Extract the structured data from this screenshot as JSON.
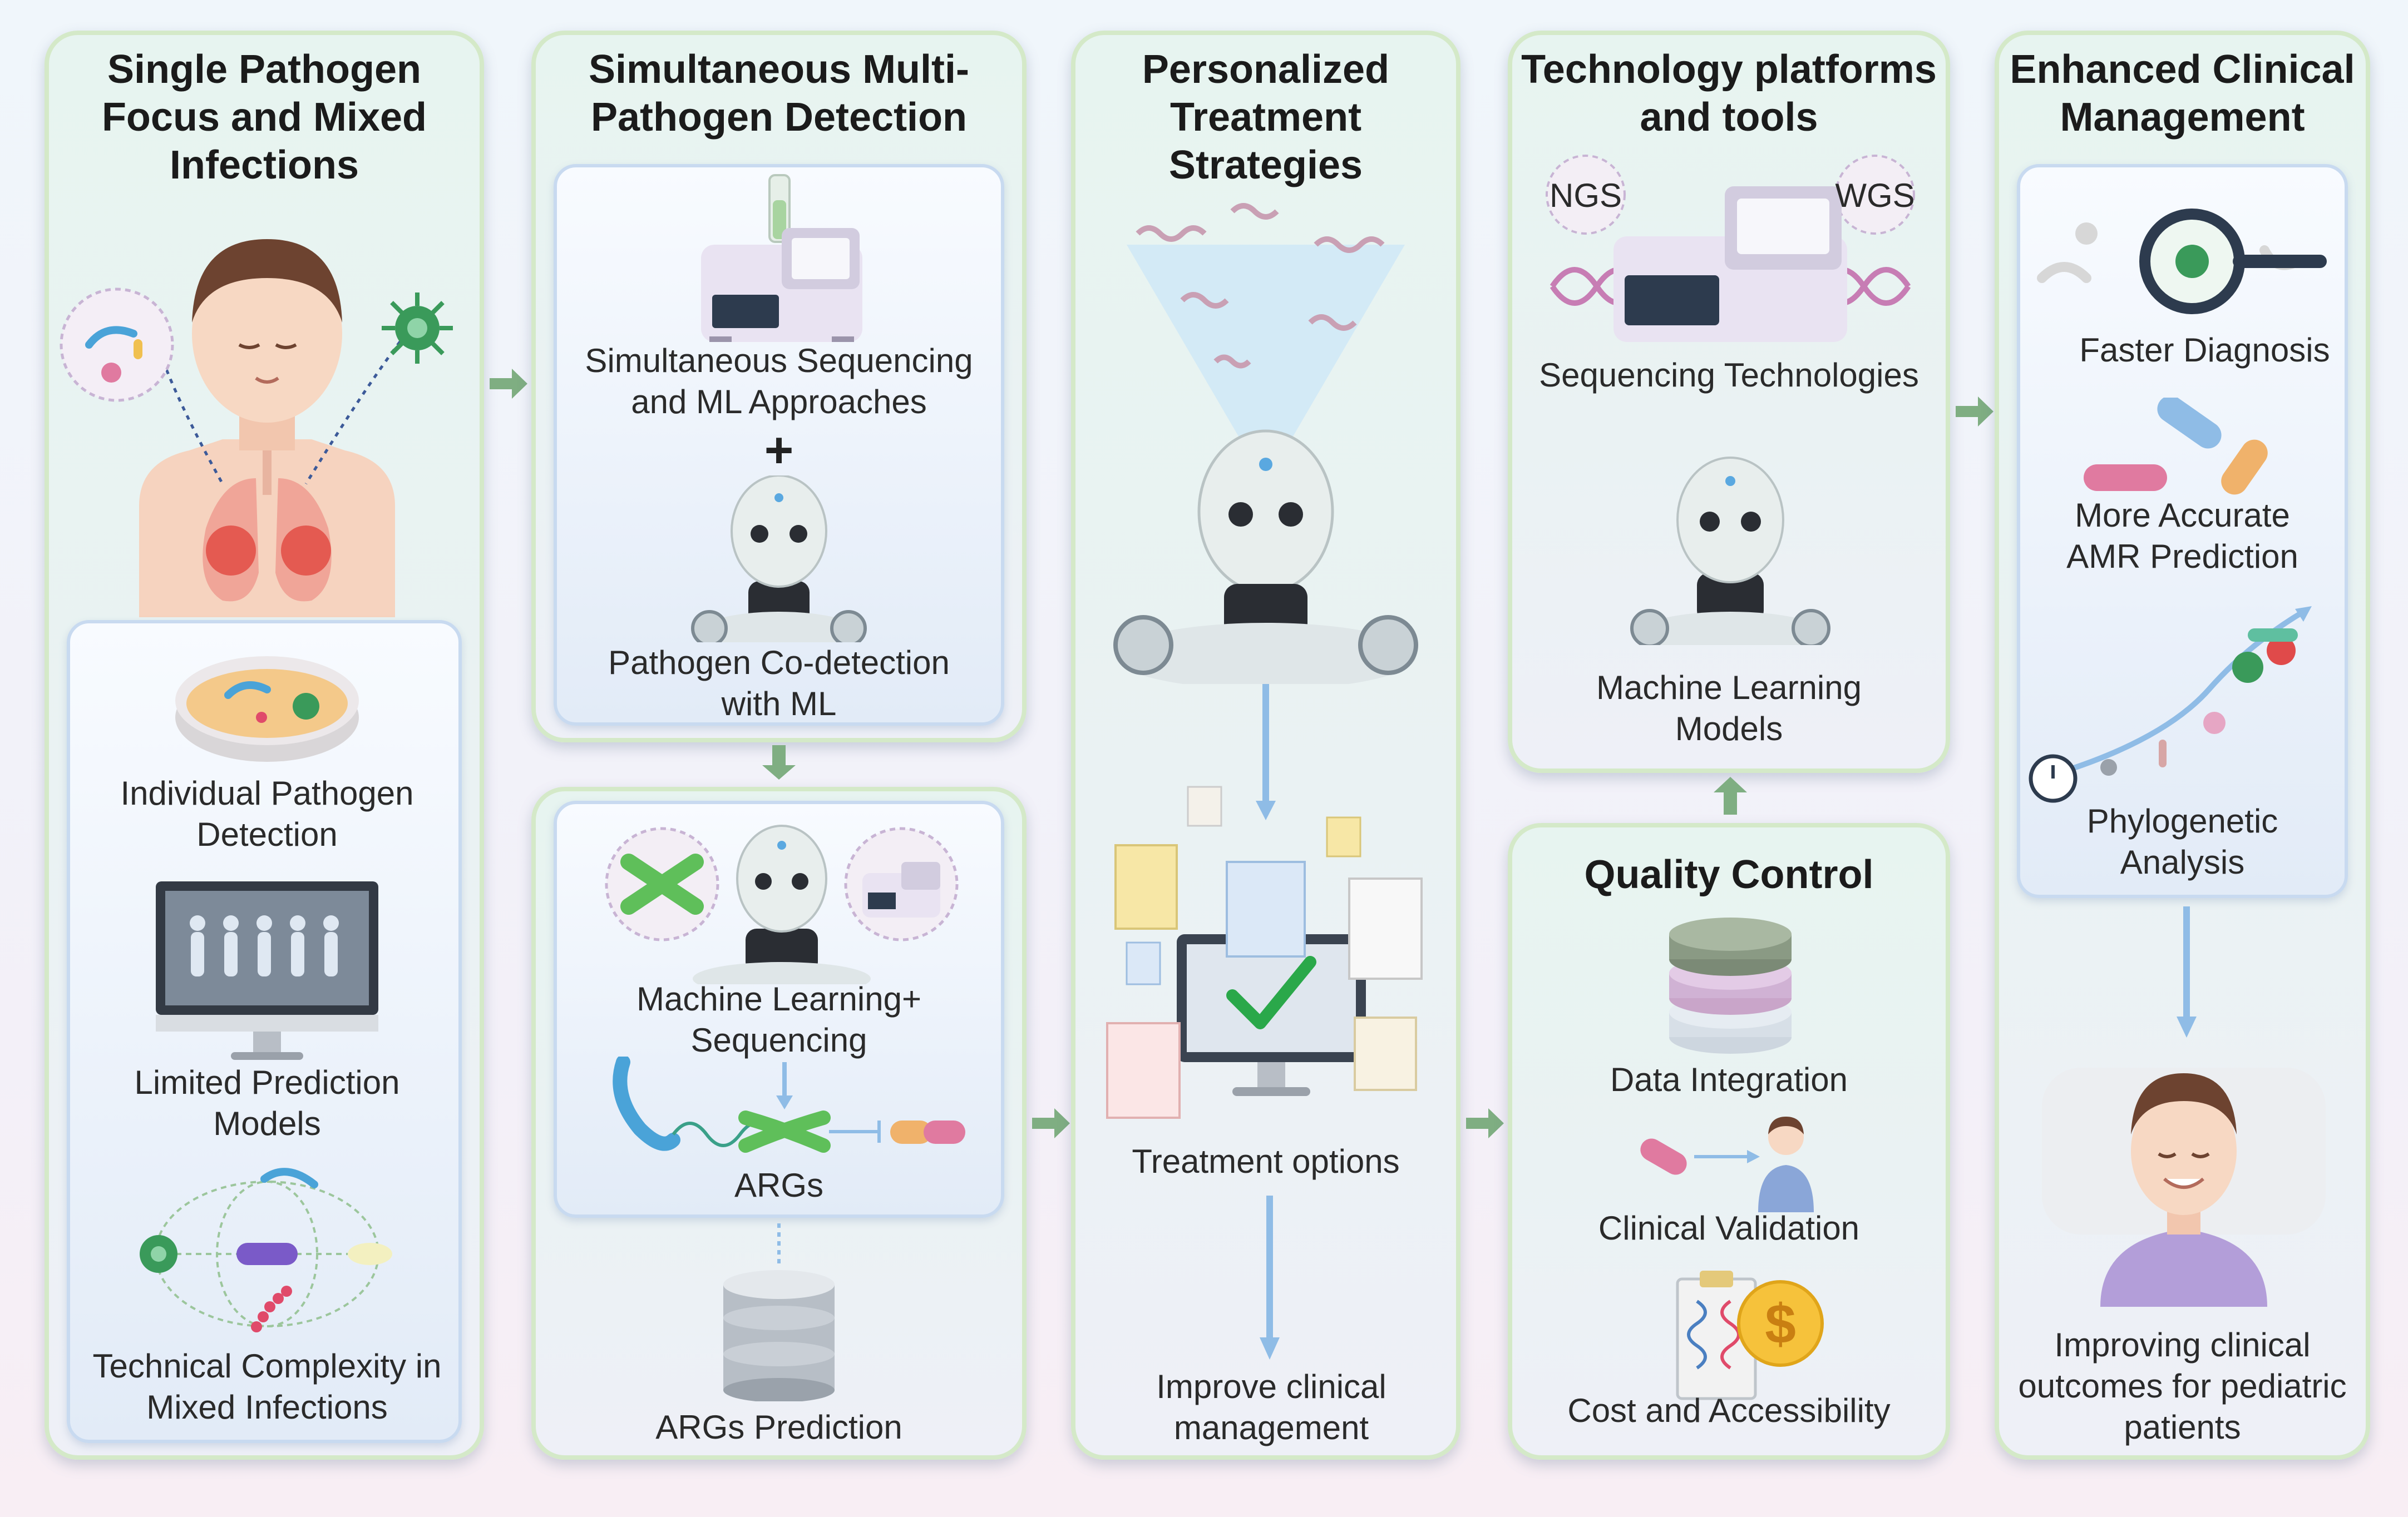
{
  "columns": [
    {
      "title": "Single Pathogen\nFocus and Mixed\nInfections",
      "items": [
        "Individual Pathogen\nDetection",
        "Limited Prediction\nModels",
        "Technical Complexity in\nMixed Infections"
      ]
    },
    {
      "title": "Simultaneous Multi-\nPathogen Detection",
      "items": [
        "Simultaneous Sequencing\nand ML Approaches",
        "Pathogen Co-detection\nwith ML",
        "Machine Learning+\nSequencing",
        "ARGs",
        "ARGs Prediction"
      ],
      "plus": "+"
    },
    {
      "title": "Personalized\nTreatment\nStrategies",
      "items": [
        "Treatment options",
        "Improve clinical\nmanagement"
      ]
    },
    {
      "title": "Technology platforms\nand tools",
      "badges": [
        "NGS",
        "WGS"
      ],
      "items": [
        "Sequencing Technologies",
        "Machine Learning\nModels"
      ]
    },
    {
      "title": "Quality Control",
      "items": [
        "Data Integration",
        "Clinical Validation",
        "Cost and Accessibility"
      ]
    },
    {
      "title": "Enhanced Clinical\nManagement",
      "items": [
        "Faster Diagnosis",
        "More Accurate\nAMR Prediction",
        "Phylogenetic\nAnalysis",
        "Improving clinical\noutcomes for pediatric\npatients"
      ]
    }
  ],
  "colors": {
    "arrow": "#7fae82",
    "flow_arrow": "#8fbce6",
    "panel_border": "#d4e9c8",
    "inner_border": "#c8daf0"
  },
  "icons": [
    "child-lungs-icon",
    "petri-dish-icon",
    "monitor-figures-icon",
    "mixed-pathogens-icon",
    "sequencer-icon",
    "robot-icon",
    "chromosome-icon",
    "database-icon",
    "dna-beam-robot-icon",
    "documents-monitor-check-icon",
    "magnifier-icon",
    "pills-icon",
    "phylogeny-curve-icon",
    "sleeping-child-icon",
    "data-disks-icon",
    "clinical-validation-icon",
    "cost-clipboard-icon"
  ]
}
